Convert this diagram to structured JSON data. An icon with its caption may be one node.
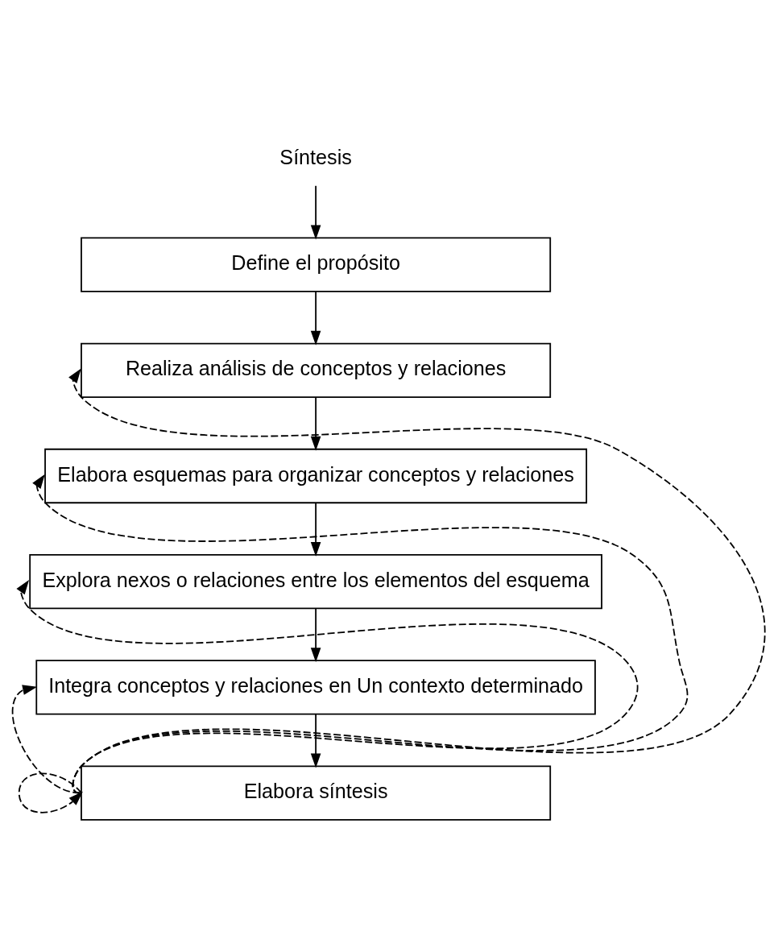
{
  "diagram": {
    "nodes": [
      {
        "text": [
          "Síntesis"
        ]
      },
      {
        "text": [
          "Define el propósito"
        ]
      },
      {
        "text": [
          "Realiza análisis de conceptos y relaciones"
        ]
      },
      {
        "text": [
          "Elabora esquemas para organizar conceptos y relaciones"
        ]
      },
      {
        "text": [
          "Explora nexos o relaciones entre los elementos del esquema"
        ]
      },
      {
        "text": [
          "Integra conceptos y relaciones en Un contexto determinado"
        ]
      },
      {
        "text": [
          "Elabora síntesis"
        ]
      }
    ],
    "edges": [
      {
        "from": 0,
        "to": 1,
        "arrow": "to"
      },
      {
        "from": 1,
        "to": 2,
        "arrow": "to"
      },
      {
        "from": 2,
        "to": 3,
        "arrow": "to"
      },
      {
        "from": 3,
        "to": 4,
        "arrow": "to"
      },
      {
        "from": 4,
        "to": 5,
        "arrow": "to"
      },
      {
        "from": 5,
        "to": 6,
        "arrow": "to"
      },
      {
        "from": 6,
        "to": 2,
        "arrow": "to",
        "style": "dashed"
      },
      {
        "from": 6,
        "to": 3,
        "arrow": "to",
        "style": "dashed"
      },
      {
        "from": 6,
        "to": 4,
        "arrow": "to",
        "style": "dashed"
      },
      {
        "from": 6,
        "to": 5,
        "arrow": "to",
        "style": "dashed"
      },
      {
        "from": 6,
        "to": 6,
        "arrow": "to",
        "style": "dashed"
      }
    ]
  }
}
